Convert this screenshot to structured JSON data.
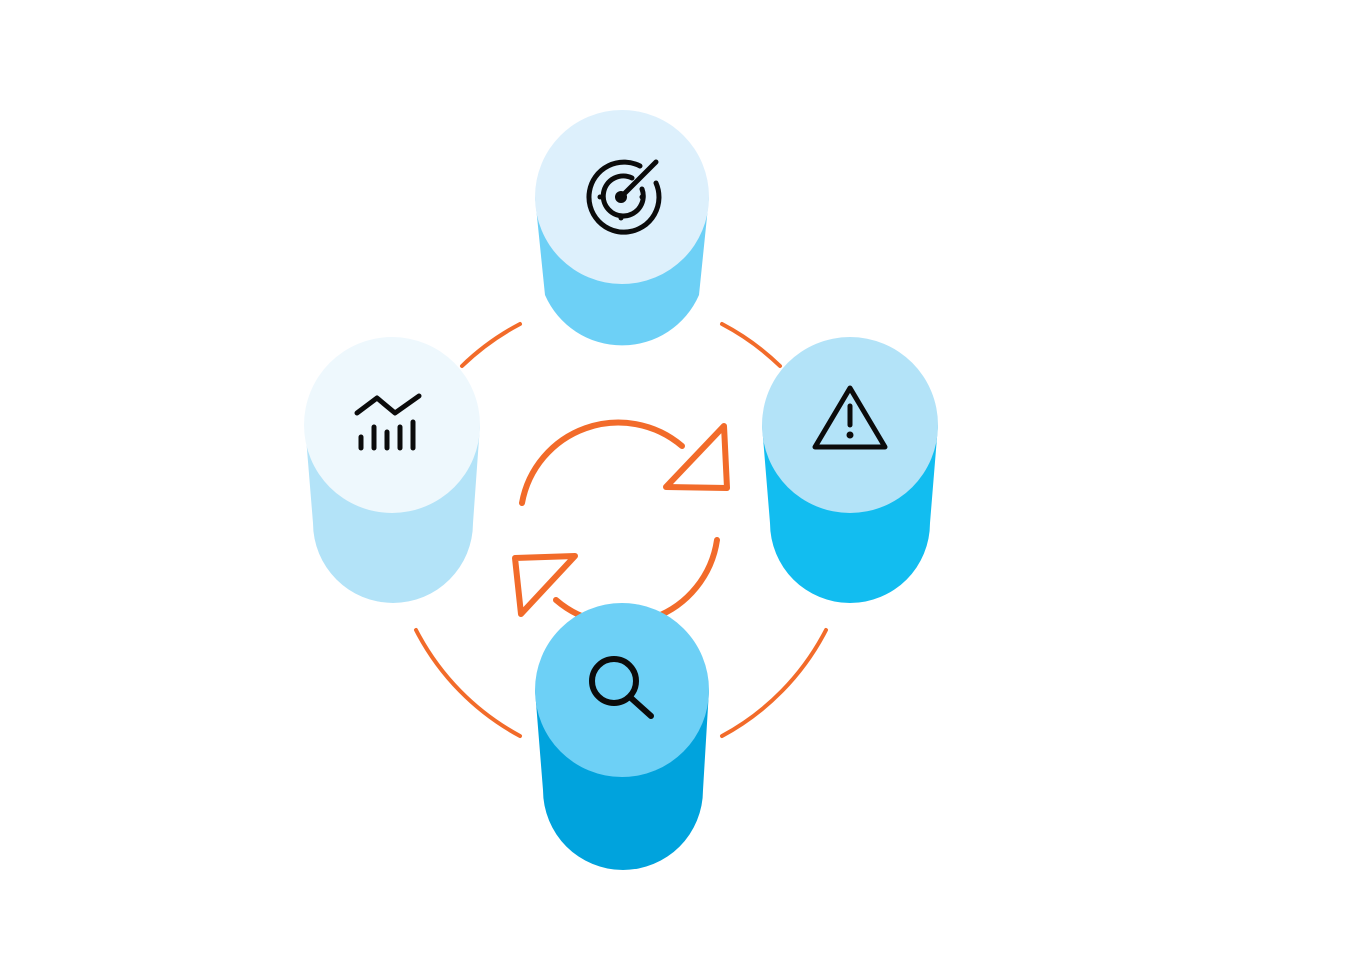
{
  "diagram": {
    "type": "cycle",
    "ring_color": "#F26B2A",
    "refresh_color": "#F26B2A",
    "icon_color": "#0B0B0B",
    "nodes": [
      {
        "id": "top",
        "icon": "target-icon",
        "top_color": "#DDF0FC",
        "body_color": "#6DD0F6"
      },
      {
        "id": "right",
        "icon": "warning-icon",
        "top_color": "#B3E3F8",
        "body_color": "#12BDF0"
      },
      {
        "id": "bottom",
        "icon": "search-icon",
        "top_color": "#6DD0F6",
        "body_color": "#00A3DD"
      },
      {
        "id": "left",
        "icon": "bar-chart-trend-icon",
        "top_color": "#EEF8FD",
        "body_color": "#B3E3F8"
      }
    ]
  }
}
